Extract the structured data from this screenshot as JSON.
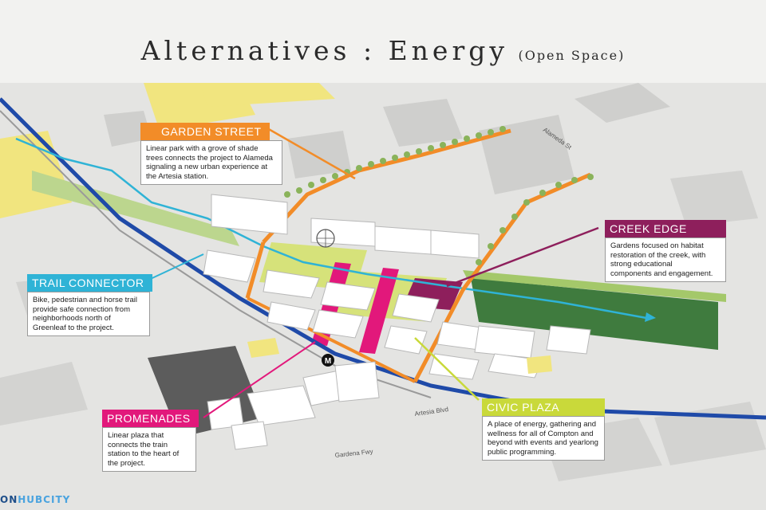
{
  "title": {
    "main": "Alternatives : Energy",
    "sub": "(Open Space)"
  },
  "colors": {
    "garden_street": "#f28c28",
    "trail_connector": "#2fb3d6",
    "creek_edge": "#8e1f5c",
    "promenades": "#e2187b",
    "civic_plaza": "#c9d93a"
  },
  "callouts": {
    "garden_street": {
      "title": "GARDEN STREET",
      "text": "Linear park with a grove of shade trees connects the project to Alameda signaling a new urban experience at the Artesia station."
    },
    "trail_connector": {
      "title": "TRAIL CONNECTOR",
      "text": "Bike, pedestrian and horse trail\nprovide safe connection from neighborhoods north of Greenleaf to the project."
    },
    "creek_edge": {
      "title": "CREEK EDGE",
      "text": "Gardens focused on habitat restoration of the creek, with strong educational\ncomponents and engagement."
    },
    "promenades": {
      "title": "PROMENADES",
      "text": "Linear plaza that connects the train station to the heart of the project."
    },
    "civic_plaza": {
      "title": "CIVIC PLAZA",
      "text": "A place of energy, gathering and wellness for all of Compton and beyond with events and yearlong public programming."
    }
  },
  "map_labels": {
    "metro": "M",
    "alameda": "Alameda St",
    "artesia": "Artesia Blvd",
    "gardena": "Gardena Fwy"
  },
  "brand": {
    "part1": "ON",
    "part2": "HUBCITY"
  }
}
